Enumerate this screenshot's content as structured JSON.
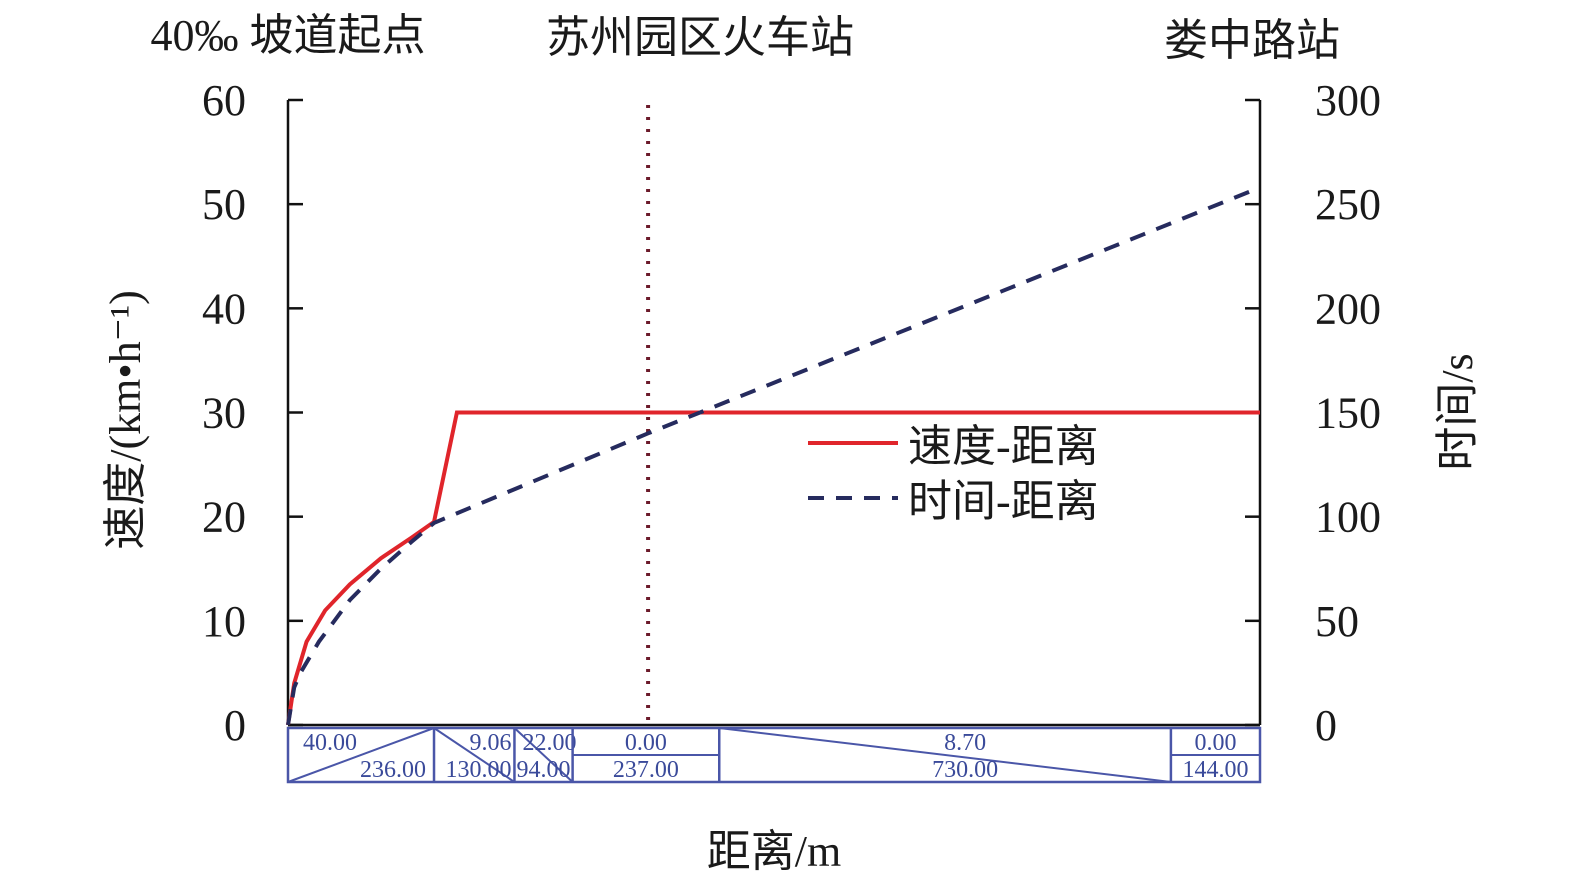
{
  "chart_data": {
    "type": "line",
    "xlabel": "距离/m",
    "ylabel_left": "速度/(km•h⁻¹)",
    "ylabel_right": "时间/s",
    "ylim_left": [
      0,
      60
    ],
    "ylim_right": [
      0,
      300
    ],
    "xlim": [
      0,
      1571
    ],
    "yticks_left": [
      "0",
      "10",
      "20",
      "30",
      "40",
      "50",
      "60"
    ],
    "yticks_right": [
      "0",
      "50",
      "100",
      "150",
      "200",
      "250",
      "300"
    ],
    "legend_position": "center-right",
    "annotations": {
      "start": "40‰ 坡道起点",
      "station": "苏州园区火车站",
      "end": "娄中路站"
    },
    "station_distance": 582,
    "series": [
      {
        "name": "速度-距离",
        "axis": "left",
        "color": "#e0252b",
        "style": "solid",
        "x": [
          0,
          10,
          30,
          60,
          100,
          150,
          200,
          236,
          273,
          1571
        ],
        "y": [
          0,
          4,
          8,
          11,
          13.5,
          16,
          18,
          19.5,
          30,
          30
        ]
      },
      {
        "name": "时间-距离",
        "axis": "right",
        "color": "#262b5e",
        "style": "dashed",
        "x": [
          0,
          10,
          20,
          50,
          100,
          150,
          200,
          236,
          582,
          1571
        ],
        "y": [
          0,
          18,
          25,
          40,
          60,
          75,
          88,
          97,
          140,
          258
        ]
      }
    ],
    "gradient_profile": [
      {
        "grade": "40.00",
        "length": "236.00",
        "len": 236,
        "shape": "up"
      },
      {
        "grade": "9.06",
        "length": "130.00",
        "len": 130,
        "shape": "down"
      },
      {
        "grade": "22.00",
        "length": "94.00",
        "len": 94,
        "shape": "down"
      },
      {
        "grade": "0.00",
        "length": "237.00",
        "len": 237,
        "shape": "flat"
      },
      {
        "grade": "8.70",
        "length": "730.00",
        "len": 730,
        "shape": "down"
      },
      {
        "grade": "0.00",
        "length": "144.00",
        "len": 144,
        "shape": "flat"
      }
    ]
  }
}
